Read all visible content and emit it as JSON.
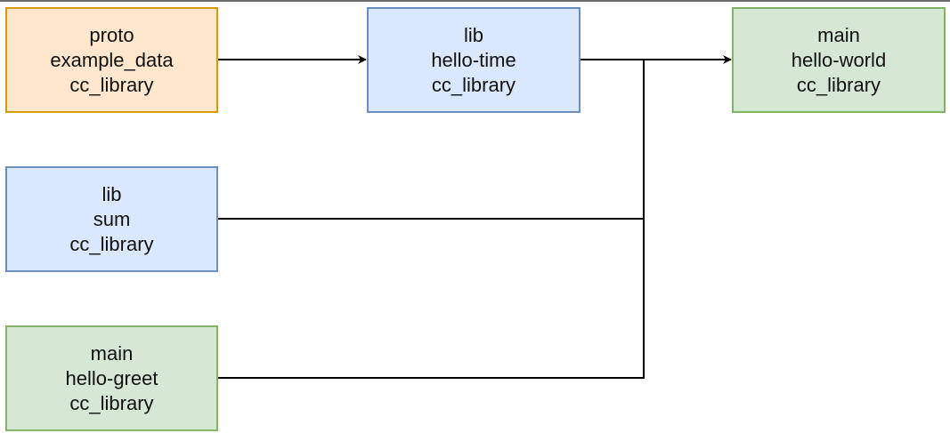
{
  "nodes": {
    "proto_example_data": {
      "line1": "proto",
      "line2": "example_data",
      "line3": "cc_library",
      "fill": "#ffe6cc",
      "stroke": "#d79b00"
    },
    "lib_hello_time": {
      "line1": "lib",
      "line2": "hello-time",
      "line3": "cc_library",
      "fill": "#dae8fc",
      "stroke": "#6c8ebf"
    },
    "main_hello_world": {
      "line1": "main",
      "line2": "hello-world",
      "line3": "cc_library",
      "fill": "#d5e8d4",
      "stroke": "#82b366"
    },
    "lib_sum": {
      "line1": "lib",
      "line2": "sum",
      "line3": "cc_library",
      "fill": "#dae8fc",
      "stroke": "#6c8ebf"
    },
    "main_hello_greet": {
      "line1": "main",
      "line2": "hello-greet",
      "line3": "cc_library",
      "fill": "#d5e8d4",
      "stroke": "#82b366"
    }
  },
  "edges": [
    {
      "from": "proto_example_data",
      "to": "lib_hello_time"
    },
    {
      "from": "lib_hello_time",
      "to": "main_hello_world"
    },
    {
      "from": "lib_sum",
      "to": "main_hello_world"
    },
    {
      "from": "main_hello_greet",
      "to": "main_hello_world"
    }
  ],
  "colors": {
    "edge": "#000000",
    "background": "#ffffff"
  }
}
